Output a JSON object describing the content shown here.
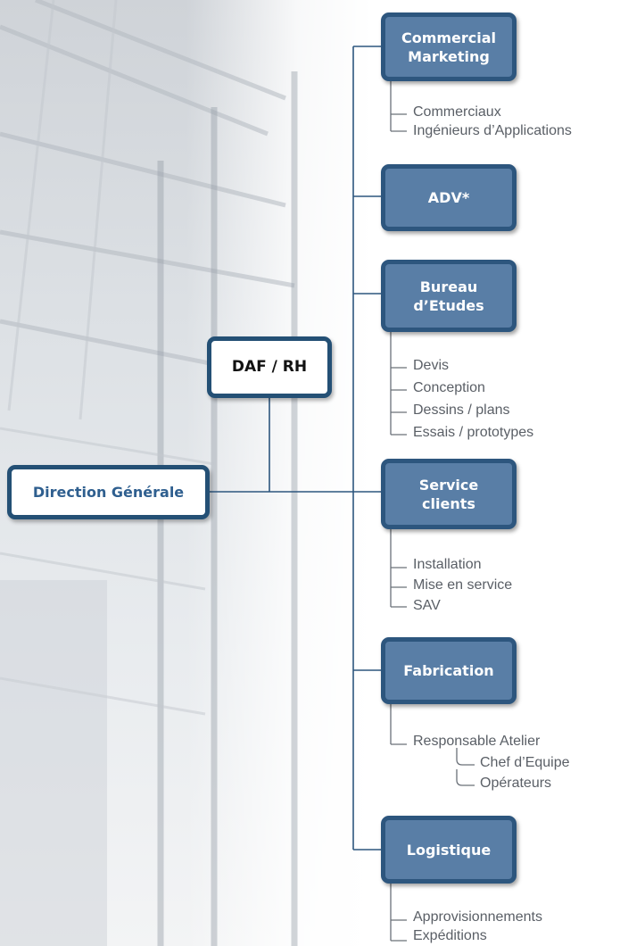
{
  "org": {
    "direction": "Direction Générale",
    "daf": "DAF / RH",
    "departments": [
      {
        "title_lines": [
          "Commercial",
          "Marketing"
        ],
        "subitems": [
          "Commerciaux",
          "Ingénieurs d’Applications"
        ]
      },
      {
        "title_lines": [
          "ADV*"
        ],
        "subitems": []
      },
      {
        "title_lines": [
          "Bureau",
          "d’Etudes"
        ],
        "subitems": [
          "Devis",
          "Conception",
          "Dessins / plans",
          "Essais / prototypes"
        ]
      },
      {
        "title_lines": [
          "Service",
          "clients"
        ],
        "subitems": [
          "Installation",
          "Mise en service",
          "SAV"
        ]
      },
      {
        "title_lines": [
          "Fabrication"
        ],
        "subitems": [
          "Responsable Atelier"
        ],
        "subsubitems": [
          "Chef d’Equipe",
          "Opérateurs"
        ]
      },
      {
        "title_lines": [
          "Logistique"
        ],
        "subitems": [
          "Approvisionnements",
          "Expéditions"
        ]
      }
    ]
  },
  "colors": {
    "box_fill": "#597ea6",
    "box_border": "#2d567e",
    "line": "#2d567e",
    "label": "#5a5f66",
    "direction_text": "#2f5f8f"
  }
}
